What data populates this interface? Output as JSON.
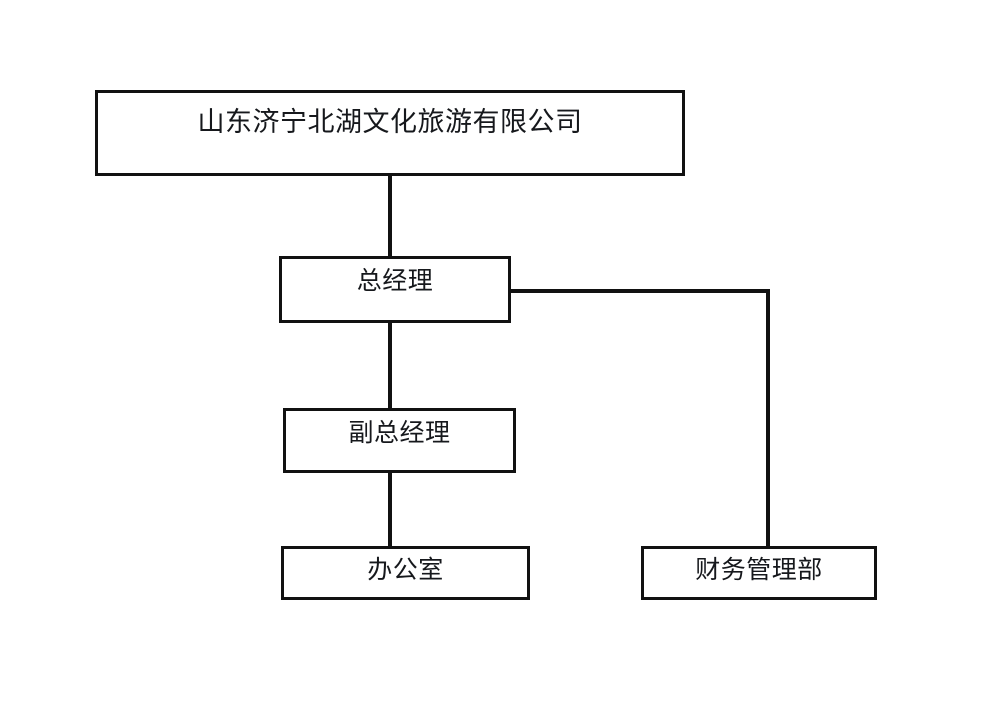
{
  "chart_data": {
    "type": "diagram",
    "diagram_kind": "organization-chart",
    "title": "",
    "nodes": [
      {
        "id": "company",
        "label": "山东济宁北湖文化旅游有限公司",
        "level": 0
      },
      {
        "id": "gm",
        "label": "总经理",
        "level": 1
      },
      {
        "id": "deputy_gm",
        "label": "副总经理",
        "level": 2
      },
      {
        "id": "office",
        "label": "办公室",
        "level": 3
      },
      {
        "id": "finance",
        "label": "财务管理部",
        "level": 3
      }
    ],
    "edges": [
      {
        "from": "company",
        "to": "gm",
        "style": "straight-vertical"
      },
      {
        "from": "gm",
        "to": "deputy_gm",
        "style": "straight-vertical"
      },
      {
        "from": "deputy_gm",
        "to": "office",
        "style": "straight-vertical"
      },
      {
        "from": "gm",
        "to": "finance",
        "style": "elbow-right-down"
      }
    ],
    "colors": {
      "background": "#ffffff",
      "border": "#111111",
      "text": "#16181c",
      "connector": "#111111"
    }
  },
  "chart": {
    "company": {
      "label": "山东济宁北湖文化旅游有限公司"
    },
    "gm": {
      "label": "总经理"
    },
    "deputy_gm": {
      "label": "副总经理"
    },
    "office": {
      "label": "办公室"
    },
    "finance": {
      "label": "财务管理部"
    }
  }
}
